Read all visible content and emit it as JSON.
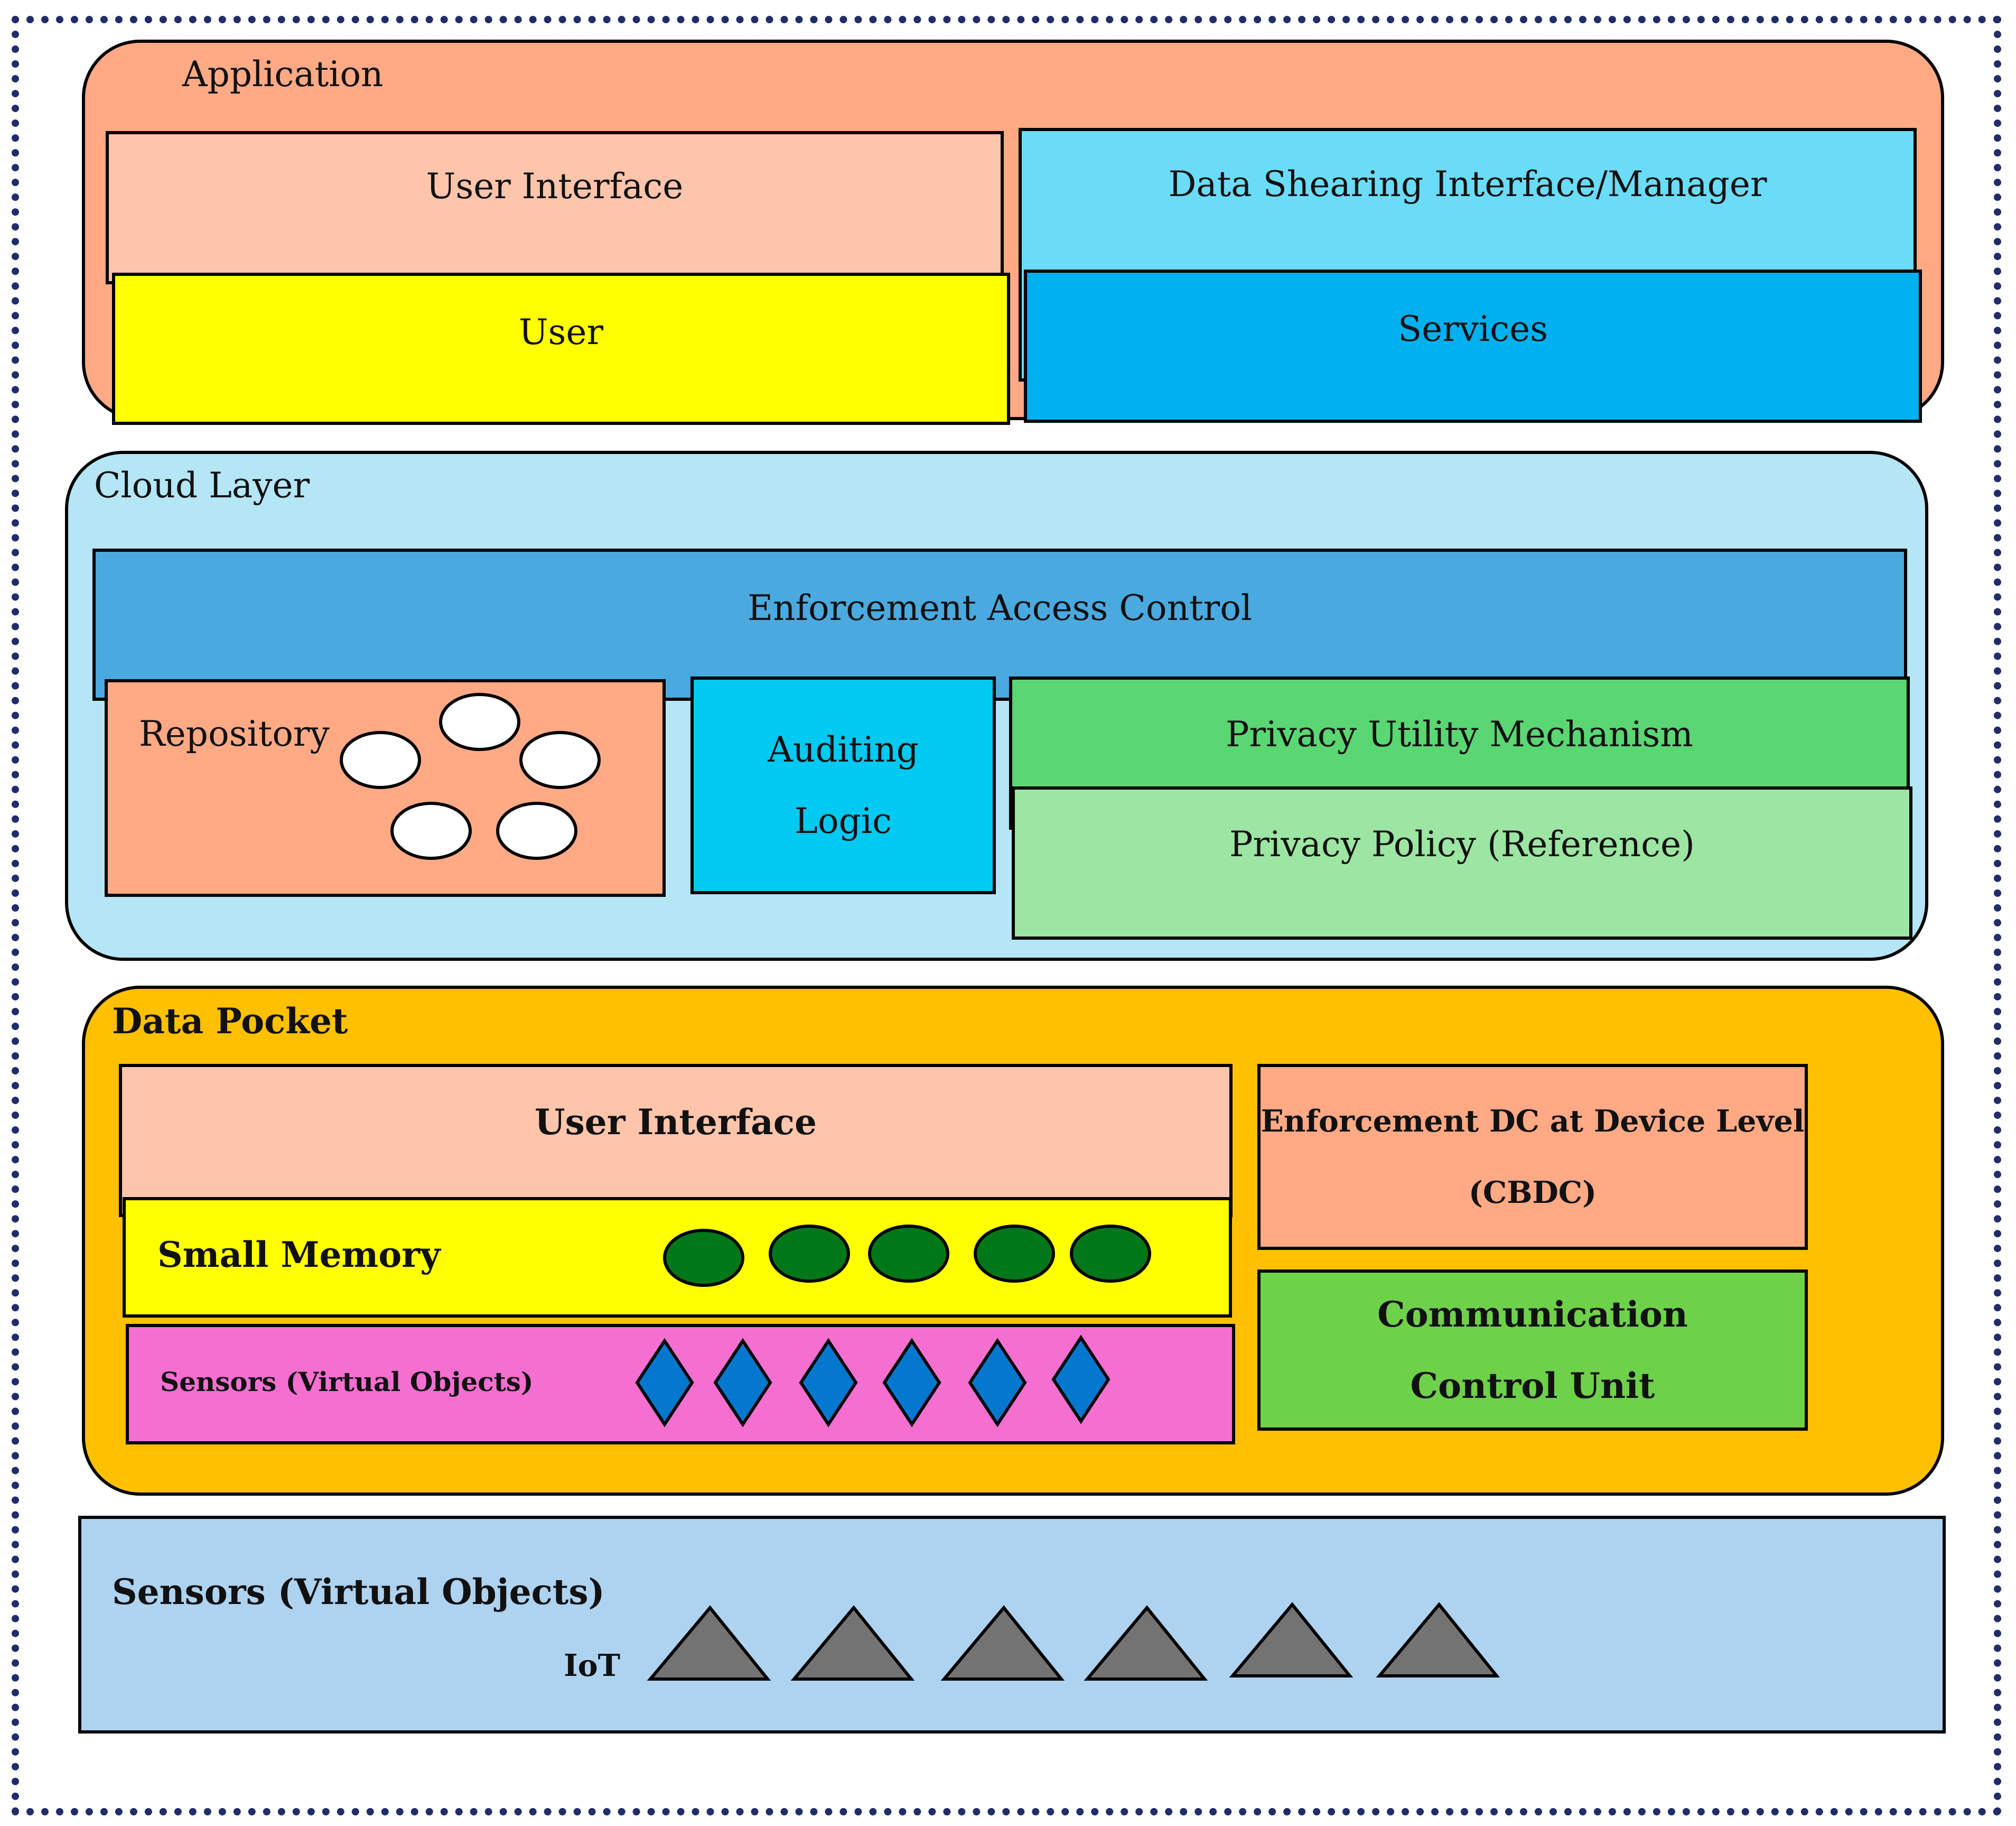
{
  "application": {
    "title": "Application",
    "user_interface": "User Interface",
    "data_sharing": "Data Shearing Interface/Manager",
    "user": "User",
    "services": "Services"
  },
  "cloud": {
    "title": "Cloud Layer",
    "enforcement": "Enforcement Access Control",
    "repository": "Repository",
    "auditing_line1": "Auditing",
    "auditing_line2": "Logic",
    "privacy_utility": "Privacy Utility Mechanism",
    "privacy_policy": "Privacy Policy (Reference)"
  },
  "pocket": {
    "title": "Data Pocket",
    "user_interface": "User Interface",
    "small_memory": "Small Memory",
    "sensors": "Sensors (Virtual Objects)",
    "enforcement_line1": "Enforcement DC at Device Level",
    "enforcement_line2": "(CBDC)",
    "comm_line1": "Communication",
    "comm_line2": "Control Unit"
  },
  "iot": {
    "title": "Sensors (Virtual Objects)",
    "label": "IoT"
  },
  "colors": {
    "application_bg": "#ffaa84",
    "ui_salmon": "#ffc5ab",
    "user_yellow": "#ffff00",
    "data_sharing_cyan": "#6bdcf7",
    "services_blue": "#00b0ef",
    "cloud_bg": "#b4e6f6",
    "enforcement_blue": "#4aa9df",
    "repository_orange": "#ffaa84",
    "auditing_cyan": "#00c9f2",
    "privacy_utility_green": "#5ad672",
    "privacy_policy_green": "#9de5a2",
    "pocket_bg": "#ffc000",
    "sensors_pink": "#f56fd0",
    "comm_green": "#6dd24a",
    "memory_oval": "#00781a",
    "diamond_blue": "#0478cf",
    "iot_bg": "#aed3f0",
    "triangle_gray": "#737373",
    "frame_dots": "#1f2d6b"
  }
}
